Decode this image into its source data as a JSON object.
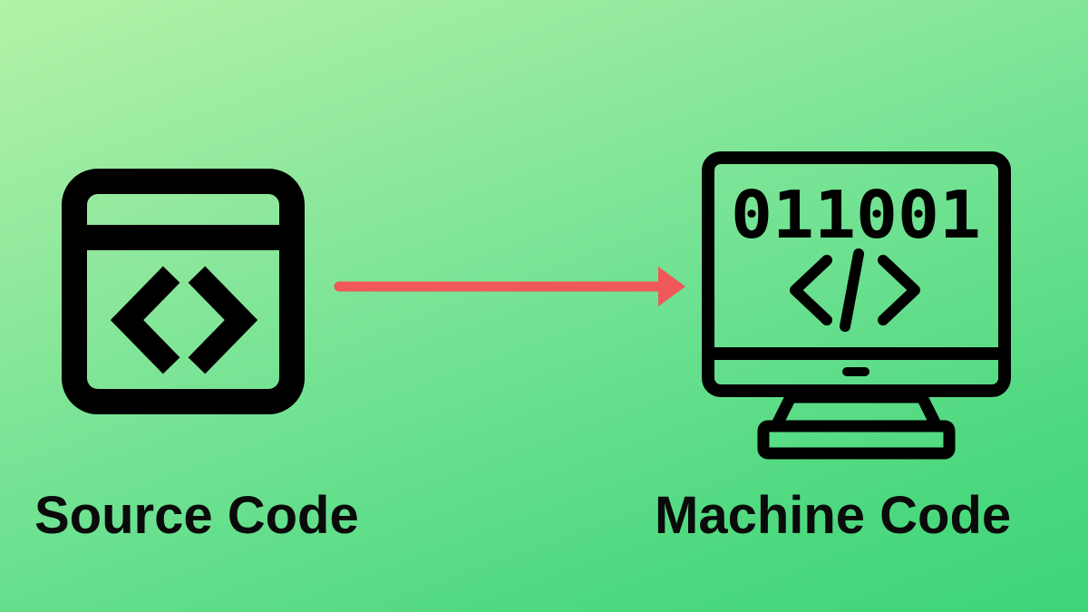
{
  "diagram": {
    "source": {
      "label": "Source Code",
      "icon": "code-window-icon"
    },
    "arrow": {
      "color": "#f0585a",
      "icon": "right-arrow-icon"
    },
    "target": {
      "label": "Machine Code",
      "icon": "computer-monitor-icon",
      "binary": "011001"
    }
  }
}
